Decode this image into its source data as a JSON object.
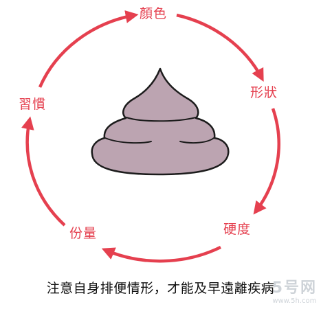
{
  "diagram": {
    "labels": {
      "color": "顏色",
      "shape": "形狀",
      "hardness": "硬度",
      "amount": "份量",
      "habit": "習慣"
    },
    "center_icon": "poop-icon",
    "caption": "注意自身排便情形，才能及早遠離疾病"
  },
  "watermark": {
    "text": "5号网",
    "url": "www.5h.com"
  },
  "colors": {
    "arrow": "#e5404f",
    "label": "#e5404f",
    "poop_fill": "#bca4b1",
    "poop_outline": "#1c1c1c",
    "caption": "#111111"
  }
}
